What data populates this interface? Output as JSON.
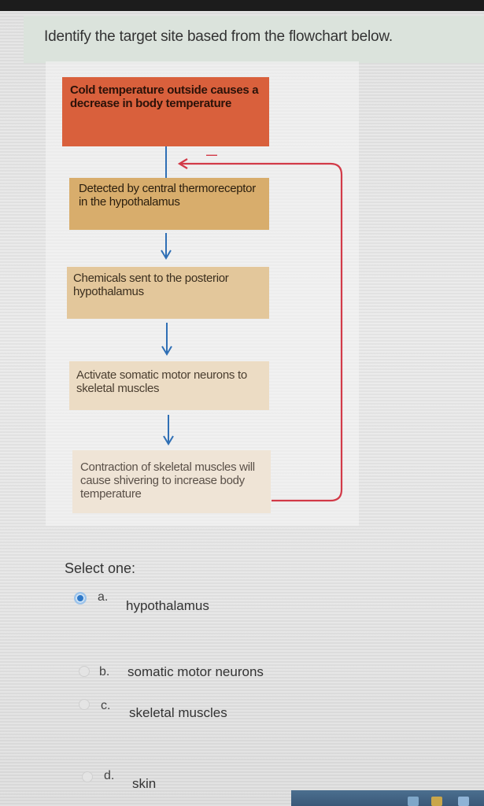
{
  "question": {
    "text": "Identify the target site based from the flowchart below."
  },
  "flowchart": {
    "boxes": [
      {
        "id": "stimulus",
        "text": "Cold temperature outside causes a decrease in body temperature",
        "color": "#d9603c"
      },
      {
        "id": "detection",
        "text": "Detected by central thermoreceptor in the hypothalamus",
        "color": "#d8ad6c"
      },
      {
        "id": "signal",
        "text": "Chemicals sent to the posterior hypothalamus",
        "color": "#e3c79b"
      },
      {
        "id": "activation",
        "text": "Activate somatic motor neurons to skeletal muscles",
        "color": "#ecdcc4"
      },
      {
        "id": "response",
        "text": "Contraction of skeletal muscles will cause shivering to increase body temperature",
        "color": "#efe4d6"
      }
    ],
    "feedback_sign": "—",
    "arrow_color": "#2f6fb5",
    "feedback_color": "#d23a48"
  },
  "quiz": {
    "select_label": "Select one:",
    "options": [
      {
        "letter": "a.",
        "text": "hypothalamus",
        "selected": true
      },
      {
        "letter": "b.",
        "text": "somatic motor neurons",
        "selected": false
      },
      {
        "letter": "c.",
        "text": "skeletal muscles",
        "selected": false
      },
      {
        "letter": "d.",
        "text": "skin",
        "selected": false
      }
    ]
  }
}
